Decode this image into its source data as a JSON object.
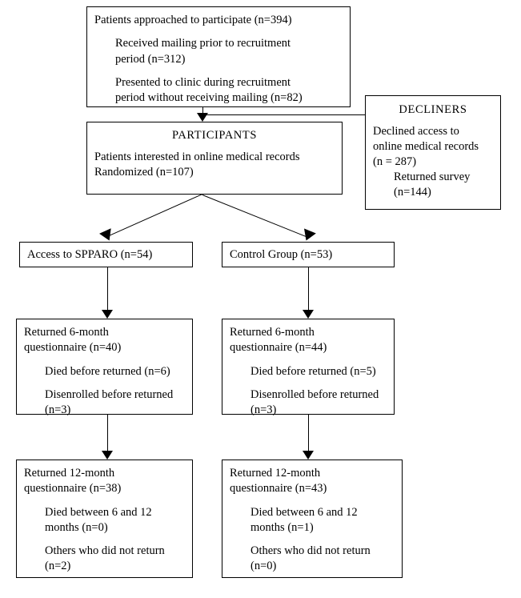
{
  "diagram": {
    "title": "CONSORT-style participant flow diagram",
    "type": "flowchart",
    "nodes": {
      "approached": {
        "name": "patients-approached",
        "lines": [
          "Patients approached to participate (n=394)",
          "Received mailing prior to recruitment",
          "period (n=312)",
          "Presented to clinic during recruitment",
          "period without receiving mailing (n=82)"
        ],
        "n": 394,
        "sub": [
          {
            "label": "Received mailing prior to recruitment period",
            "n": 312
          },
          {
            "label": "Presented to clinic during recruitment period without receiving mailing",
            "n": 82
          }
        ]
      },
      "participants": {
        "name": "participants",
        "heading": "PARTICIPANTS",
        "lines": [
          "Patients interested in online medical records",
          "Randomized (n=107)"
        ],
        "n": 107
      },
      "decliners": {
        "name": "decliners",
        "heading": "DECLINERS",
        "lines": [
          "Declined access to",
          "online medical records",
          "(n = 287)",
          "Returned survey",
          "(n=144)"
        ],
        "n": 287,
        "sub": [
          {
            "label": "Returned survey",
            "n": 144
          }
        ]
      },
      "arm_left": {
        "name": "access-to-spparo",
        "lines": [
          "Access to SPPARO (n=54)"
        ],
        "n": 54
      },
      "arm_right": {
        "name": "control-group",
        "lines": [
          "Control Group (n=53)"
        ],
        "n": 53
      },
      "six_left": {
        "name": "returned-6-month-left",
        "lines": [
          "Returned 6-month",
          "questionnaire (n=40)",
          "Died before returned (n=6)",
          "Disenrolled before returned",
          "(n=3)"
        ],
        "n": 40,
        "sub": [
          {
            "label": "Died before returned",
            "n": 6
          },
          {
            "label": "Disenrolled before returned",
            "n": 3
          }
        ]
      },
      "six_right": {
        "name": "returned-6-month-right",
        "lines": [
          "Returned 6-month",
          "questionnaire (n=44)",
          "Died before returned (n=5)",
          "Disenrolled before returned",
          "(n=3)"
        ],
        "n": 44,
        "sub": [
          {
            "label": "Died before returned",
            "n": 5
          },
          {
            "label": "Disenrolled before returned",
            "n": 3
          }
        ]
      },
      "twelve_left": {
        "name": "returned-12-month-left",
        "lines": [
          "Returned 12-month",
          "questionnaire (n=38)",
          "Died between 6 and 12",
          "months  (n=0)",
          "Others who did not return",
          "(n=2)"
        ],
        "n": 38,
        "sub": [
          {
            "label": "Died between 6 and 12 months",
            "n": 0
          },
          {
            "label": "Others who did not return",
            "n": 2
          }
        ]
      },
      "twelve_right": {
        "name": "returned-12-month-right",
        "lines": [
          "Returned 12-month",
          "questionnaire (n=43)",
          "Died between 6 and 12",
          "months (n=1)",
          "Others who did not return",
          "(n=0)"
        ],
        "n": 43,
        "sub": [
          {
            "label": "Died between 6 and 12 months",
            "n": 1
          },
          {
            "label": "Others who did not return",
            "n": 0
          }
        ]
      }
    },
    "edges": [
      {
        "from": "approached",
        "to": "participants",
        "style": "arrow-down"
      },
      {
        "from": "approached",
        "to": "decliners",
        "style": "elbow-right"
      },
      {
        "from": "participants",
        "to": "arm_left",
        "style": "arrow-diagonal-left"
      },
      {
        "from": "participants",
        "to": "arm_right",
        "style": "arrow-diagonal-right"
      },
      {
        "from": "arm_left",
        "to": "six_left",
        "style": "arrow-down"
      },
      {
        "from": "arm_right",
        "to": "six_right",
        "style": "arrow-down"
      },
      {
        "from": "six_left",
        "to": "twelve_left",
        "style": "arrow-down"
      },
      {
        "from": "six_right",
        "to": "twelve_right",
        "style": "arrow-down"
      }
    ],
    "colors": {
      "stroke": "#000000",
      "background": "#ffffff",
      "text": "#000000"
    }
  }
}
